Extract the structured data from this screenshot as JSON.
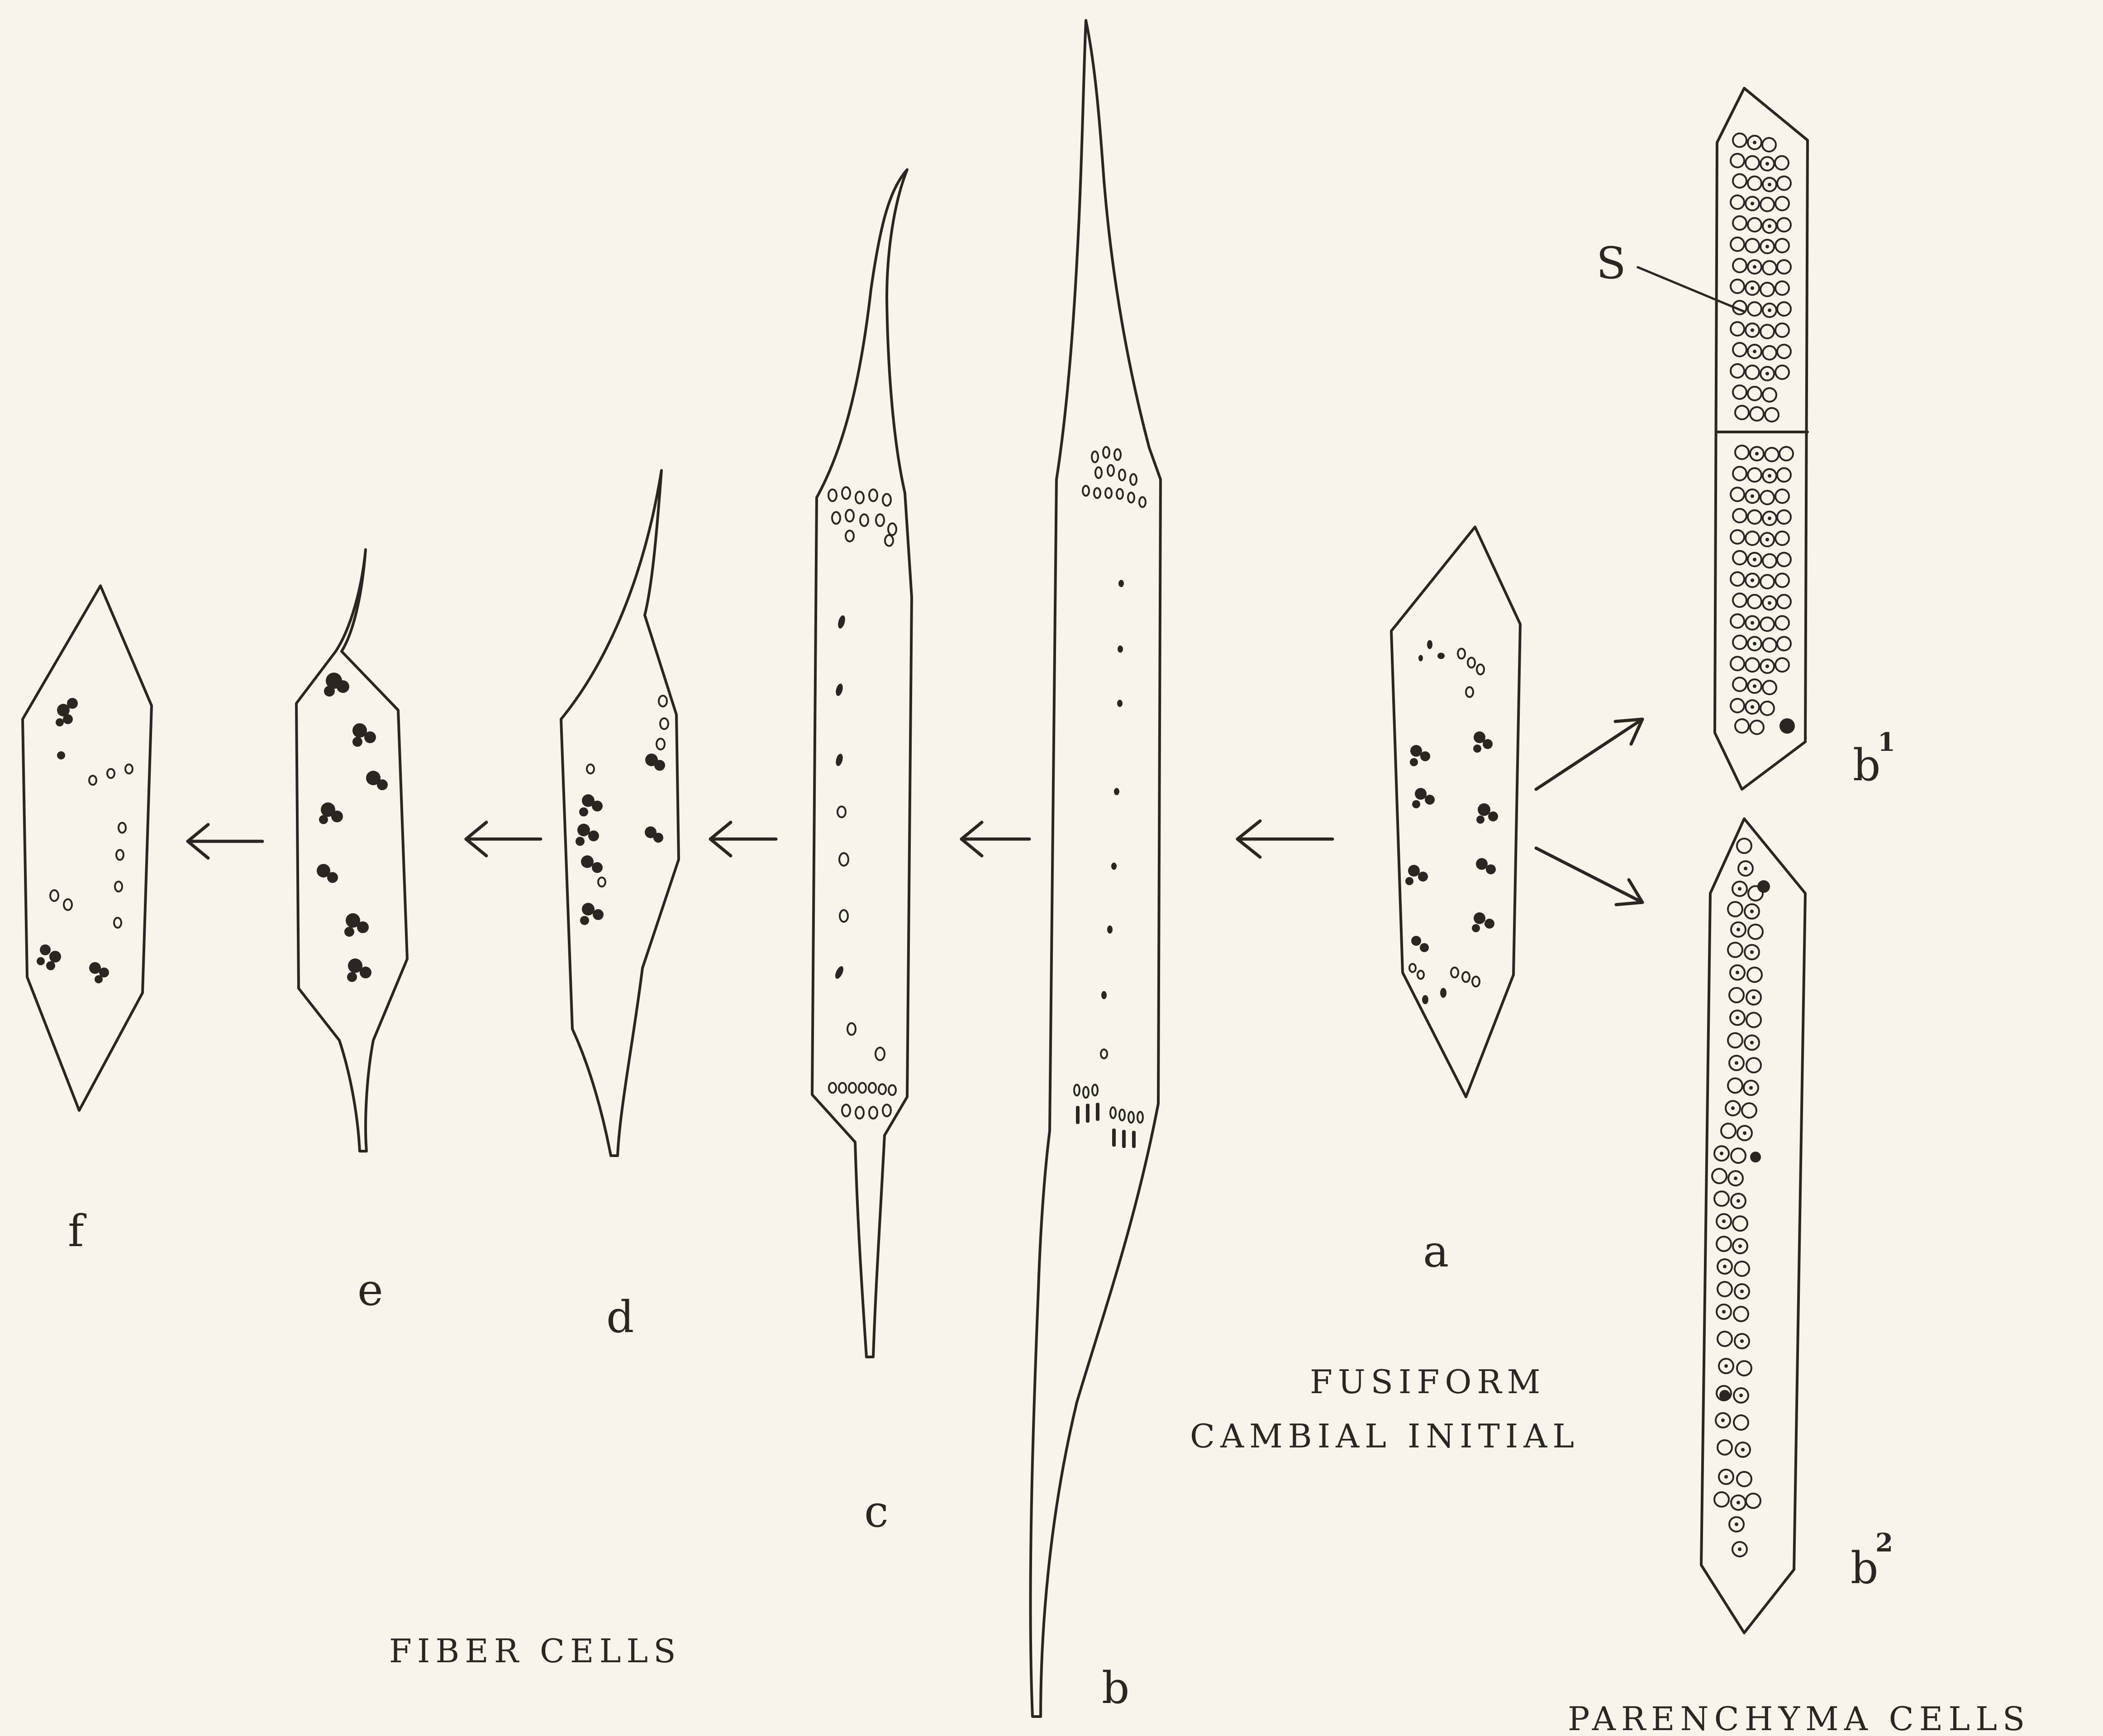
{
  "figure": {
    "cells": {
      "a": "a",
      "b": "b",
      "b1": "b",
      "b1_sup": "1",
      "b2": "b",
      "b2_sup": "2",
      "c": "c",
      "d": "d",
      "e": "e",
      "f": "f"
    },
    "pointer_label": "S",
    "captions": {
      "fusiform_line1": "FUSIFORM",
      "fusiform_line2": "CAMBIAL INITIAL",
      "fiber": "FIBER CELLS",
      "parenchyma": "PARENCHYMA CELLS"
    }
  }
}
